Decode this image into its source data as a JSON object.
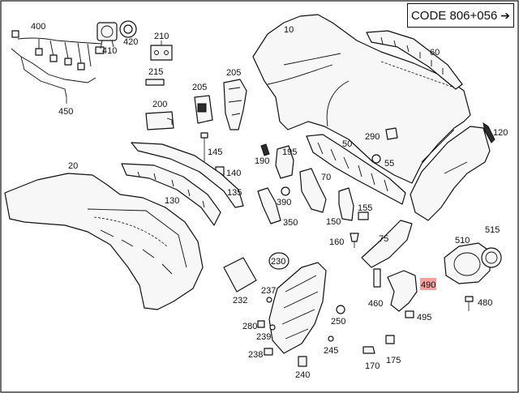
{
  "code_label": "CODE 806+056",
  "code_arrow": "➔",
  "highlight_color": "#f08080",
  "callouts": {
    "p10": "10",
    "p20": "20",
    "p50": "50",
    "p55": "55",
    "p60": "60",
    "p70": "70",
    "p75": "75",
    "p120": "120",
    "p130": "130",
    "p135": "135",
    "p140": "140",
    "p145": "145",
    "p150": "150",
    "p155": "155",
    "p160": "160",
    "p170": "170",
    "p175": "175",
    "p190": "190",
    "p195": "195",
    "p200": "200",
    "p205a": "205",
    "p205b": "205",
    "p210": "210",
    "p215": "215",
    "p230": "230",
    "p232": "232",
    "p237": "237",
    "p238": "238",
    "p239": "239",
    "p240": "240",
    "p245": "245",
    "p250": "250",
    "p280": "280",
    "p290": "290",
    "p350": "350",
    "p390": "390",
    "p400": "400",
    "p410": "410",
    "p420": "420",
    "p450": "450",
    "p460": "460",
    "p480": "480",
    "p490": "490",
    "p495": "495",
    "p510": "510",
    "p515": "515"
  }
}
